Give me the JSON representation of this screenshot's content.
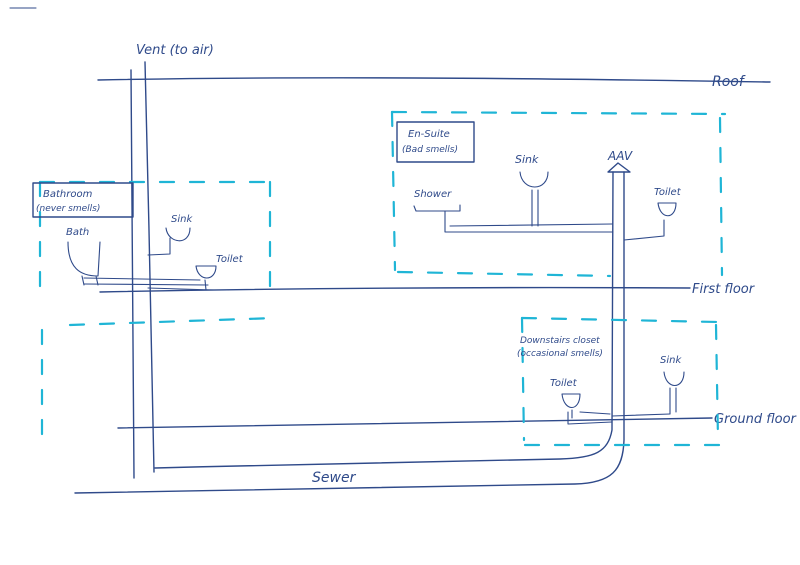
{
  "labels": {
    "vent": "Vent (to air)",
    "roof": "Roof",
    "first_floor": "First floor",
    "ground_floor": "Ground floor",
    "sewer": "Sewer",
    "aav": "AAV"
  },
  "rooms": {
    "bathroom": {
      "title": "Bathroom",
      "note": "(never smells)",
      "bath": "Bath",
      "sink": "Sink",
      "toilet": "Toilet"
    },
    "ensuite": {
      "title": "En-Suite",
      "note": "(Bad smells)",
      "shower": "Shower",
      "sink": "Sink",
      "toilet": "Toilet"
    },
    "downstairs": {
      "title": "Downstairs closet",
      "note": "(occasional smells)",
      "toilet": "Toilet",
      "sink": "Sink"
    }
  },
  "colors": {
    "ink": "#2f4a8a",
    "room_outline": "#1fb5d6"
  }
}
